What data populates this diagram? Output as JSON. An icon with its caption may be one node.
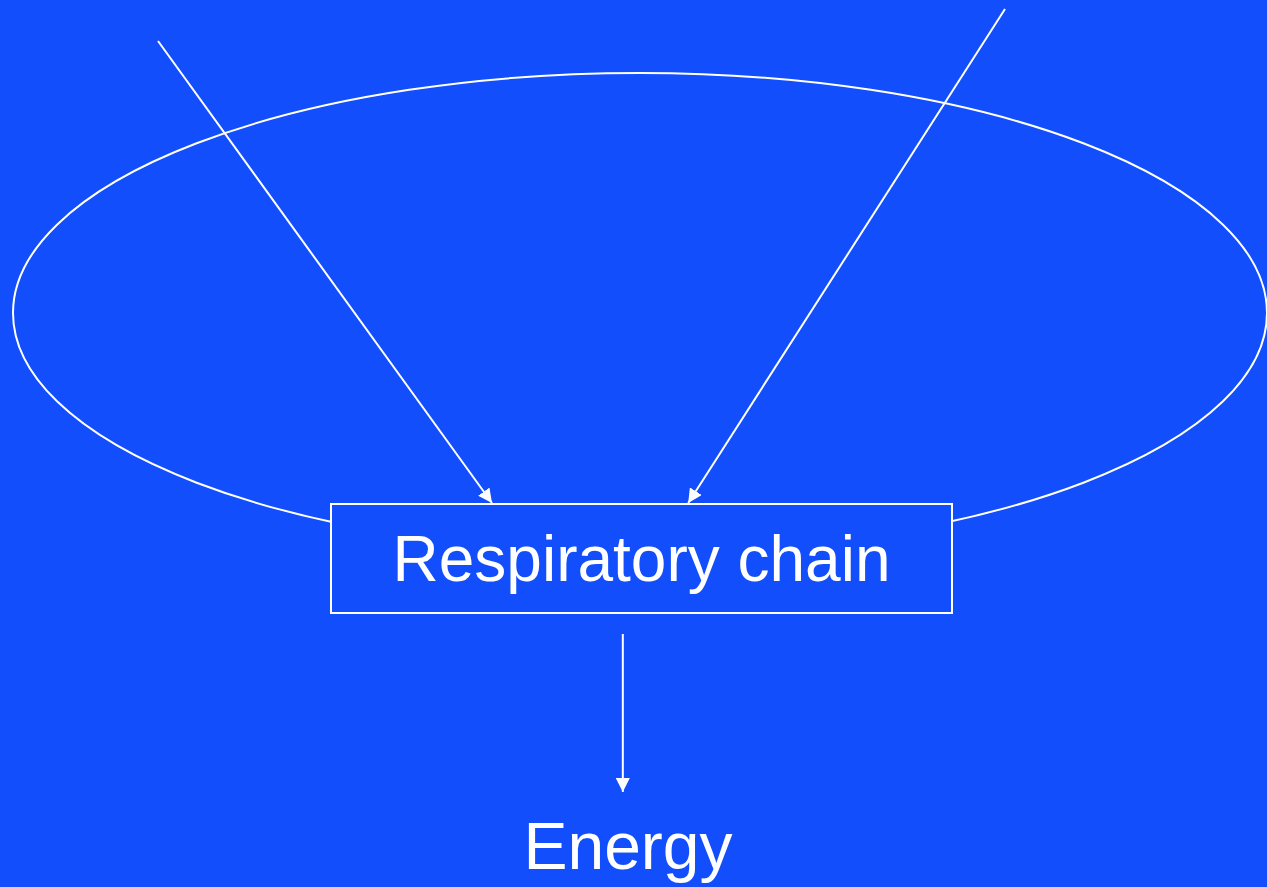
{
  "diagram": {
    "nodes": [
      {
        "text": [],
        "shape": "ellipse"
      },
      {
        "text": [
          "Respiratory chain"
        ]
      },
      {
        "text": [
          "Energy"
        ]
      }
    ],
    "edges": [
      {
        "from": null,
        "to": 1,
        "arrow": "to"
      },
      {
        "from": null,
        "to": 1,
        "arrow": "to"
      },
      {
        "from": 1,
        "to": 2,
        "arrow": "to"
      }
    ]
  }
}
